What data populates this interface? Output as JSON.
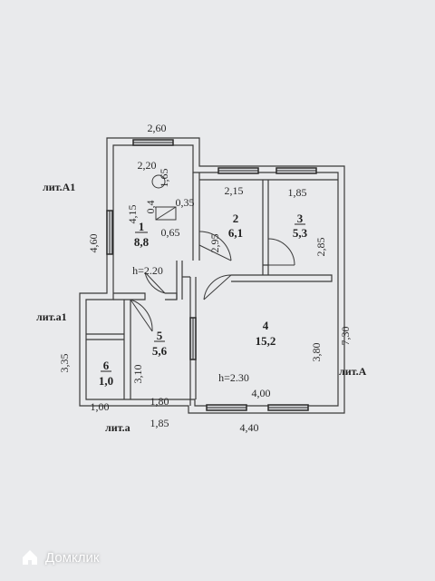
{
  "plan": {
    "rooms": [
      {
        "number": "1",
        "area": "8,8"
      },
      {
        "number": "2",
        "area": "6,1"
      },
      {
        "number": "3",
        "area": "5,3"
      },
      {
        "number": "4",
        "area": "15,2"
      },
      {
        "number": "5",
        "area": "5,6"
      },
      {
        "number": "6",
        "area": "1,0"
      }
    ],
    "letters": {
      "a1": "лит.А1",
      "a1_small": "лит.а1",
      "A": "лит.А",
      "a": "лит.а"
    },
    "dims": {
      "top_260": "2,60",
      "r1_220": "2,20",
      "r1_165": "1,65",
      "r1_415": "4,15",
      "r1_04": "0,4",
      "r1_035": "0,35",
      "r1_065": "0,65",
      "left_460": "4,60",
      "r2_215": "2,15",
      "r3_185": "1,85",
      "r2_295": "2,95",
      "r3_285": "2,85",
      "right_730": "7,30",
      "r4_380": "3,80",
      "r4_400": "4,00",
      "r5_310": "3,10",
      "r5_180": "1,80",
      "left_335": "3,35",
      "r6_100": "1,00",
      "bottom_185": "1,85",
      "bottom_440": "4,40"
    },
    "heights": {
      "h1": "h=2.20",
      "h2": "h=2.30"
    }
  },
  "brand": {
    "name": "Домклик",
    "icon": "house-logo-icon"
  }
}
